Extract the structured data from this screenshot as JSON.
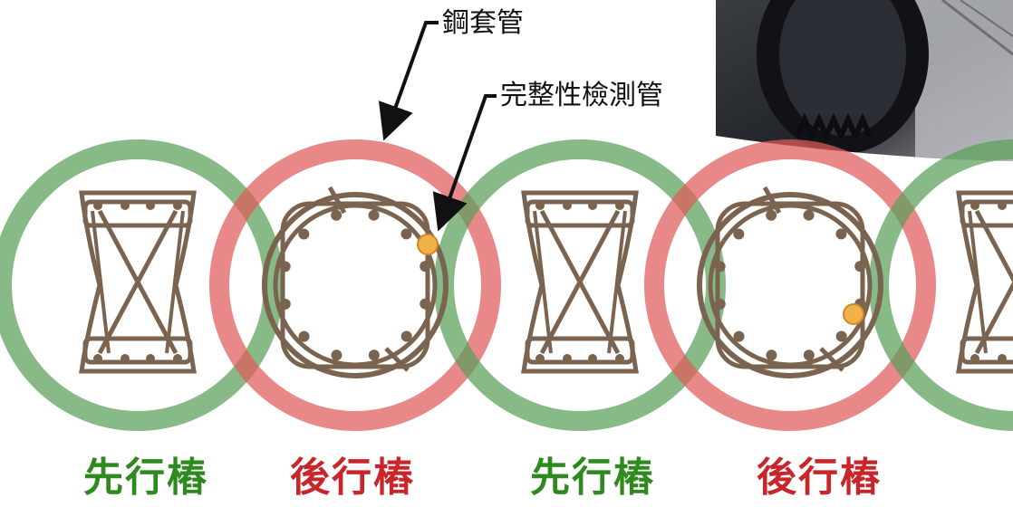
{
  "callouts": {
    "steel_casing": "鋼套管",
    "integrity_tube": "完整性檢測管"
  },
  "piles": [
    {
      "label": "先行樁",
      "kind": "primary"
    },
    {
      "label": "後行樁",
      "kind": "secondary"
    },
    {
      "label": "先行樁",
      "kind": "primary"
    },
    {
      "label": "後行樁",
      "kind": "secondary"
    }
  ],
  "colors": {
    "primary_ring": "#5aa05a",
    "secondary_ring": "#e05a5a",
    "primary_text": "#2e8a1e",
    "secondary_text": "#c8262a",
    "rebar": "#7a6450",
    "tube": "#f2b24a"
  }
}
